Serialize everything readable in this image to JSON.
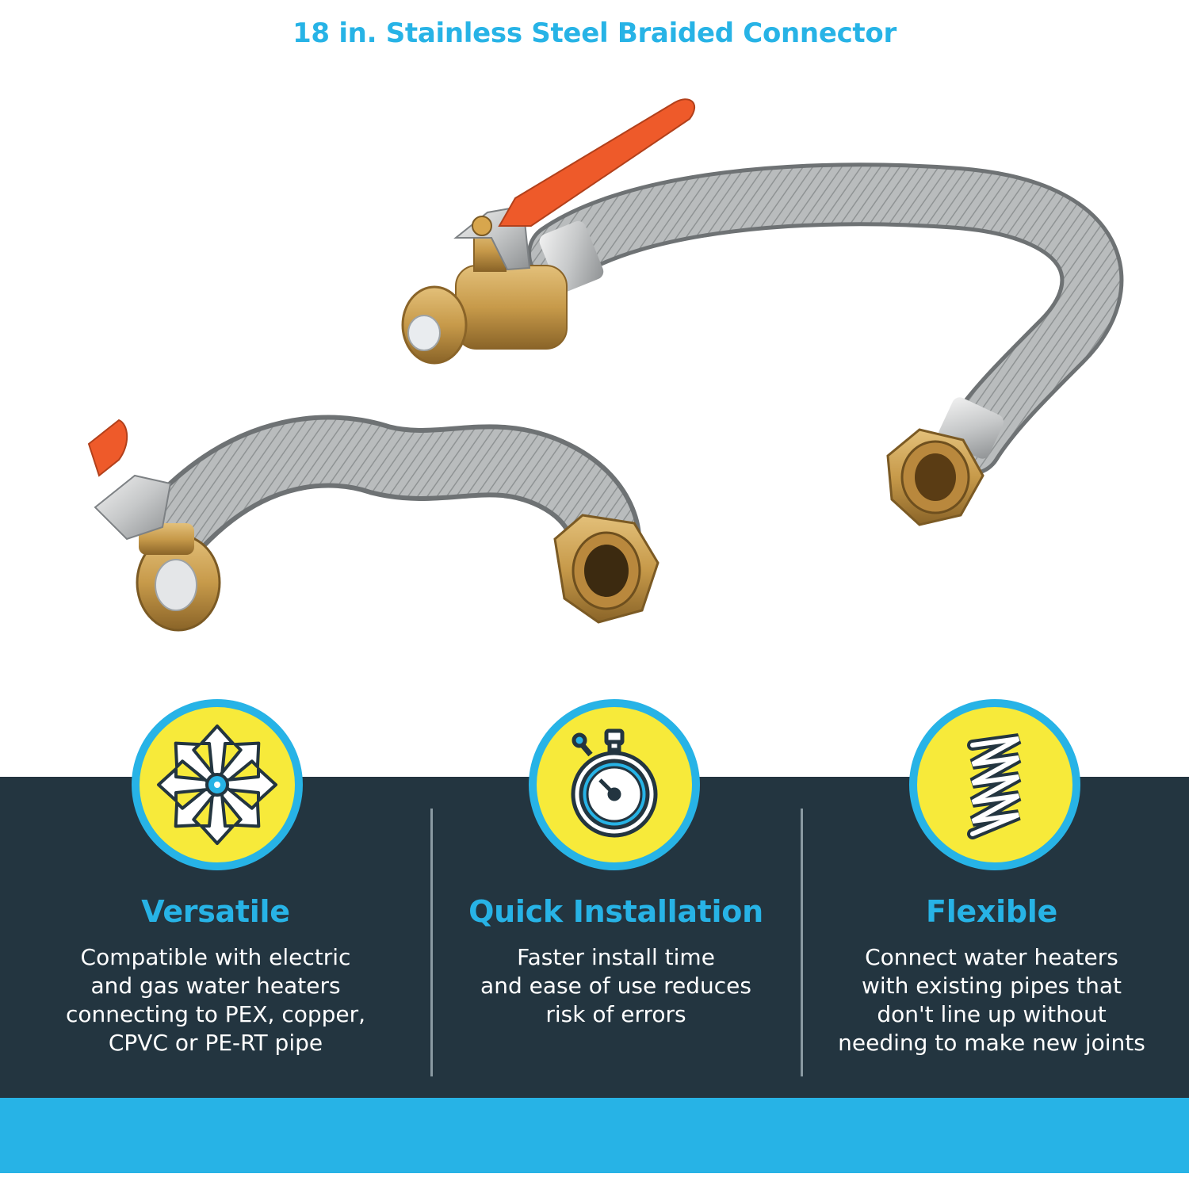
{
  "title": "18 in. Stainless Steel Braided Connector",
  "colors": {
    "accent_blue": "#27b3e6",
    "badge_yellow": "#f7ea3a",
    "panel_dark": "#233540",
    "handle_red": "#ee5a2a",
    "brass": "#c79a4a",
    "steel": "#b9bcbd"
  },
  "product_image": {
    "subject": "two stainless steel braided water heater connectors with brass ball valves and red lever handles"
  },
  "features": [
    {
      "icon": "multi-directional-arrows-icon",
      "title": "Versatile",
      "description": "Compatible with electric\nand gas water heaters\nconnecting to PEX, copper,\nCPVC or PE-RT pipe"
    },
    {
      "icon": "stopwatch-icon",
      "title": "Quick Installation",
      "description": "Faster install time\nand ease of use reduces\nrisk of errors"
    },
    {
      "icon": "spring-coil-icon",
      "title": "Flexible",
      "description": "Connect water heaters\nwith existing pipes that\ndon't line up without\nneeding to make new joints"
    }
  ]
}
